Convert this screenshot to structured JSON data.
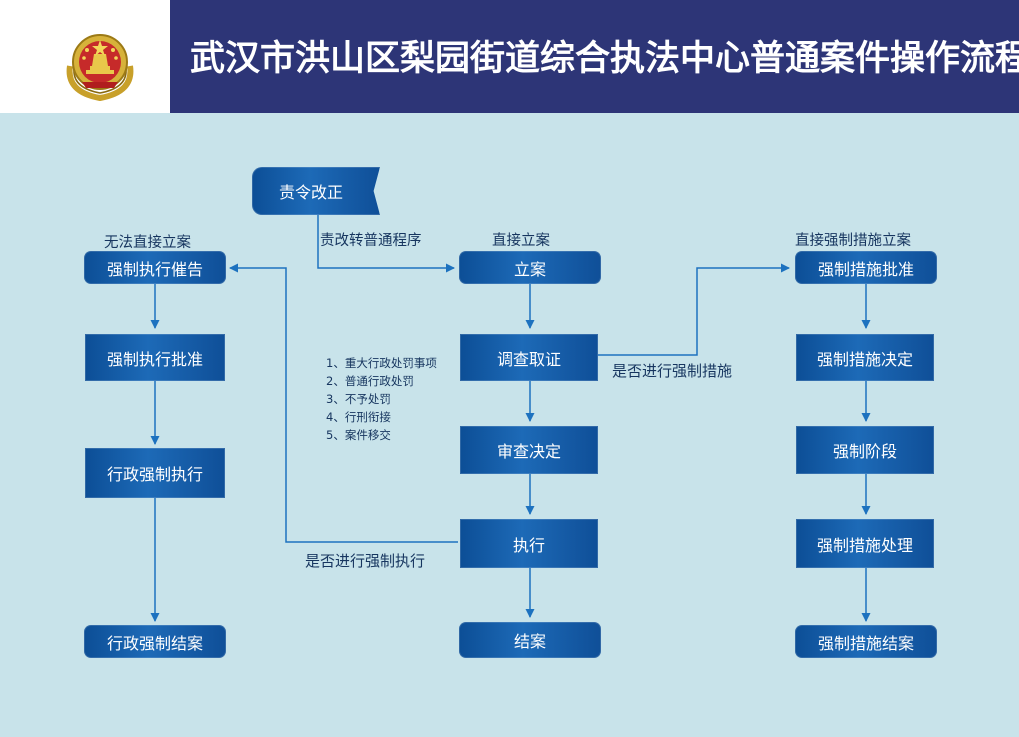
{
  "header": {
    "title": "武汉市洪山区梨园街道综合执法中心普通案件操作流程",
    "emblem_icon": "police-emblem-icon"
  },
  "colors": {
    "header_bg": "#2d3577",
    "canvas_bg": "#c8e3ea",
    "node_fill": "#1560ad",
    "connector": "#1d72bf",
    "label_text": "#16355f"
  },
  "start": {
    "label": "责令改正",
    "connector_label": "责改转普通程序"
  },
  "columns": {
    "left": {
      "heading": "无法直接立案",
      "steps": [
        "强制执行催告",
        "强制执行批准",
        "行政强制执行",
        "行政强制结案"
      ]
    },
    "center": {
      "heading": "直接立案",
      "steps": [
        "立案",
        "调查取证",
        "审查决定",
        "执行",
        "结案"
      ],
      "review_outcomes": [
        "1、重大行政处罚事项",
        "2、普通行政处罚",
        "3、不予处罚",
        "4、行刑衔接",
        "5、案件移交"
      ]
    },
    "right": {
      "heading": "直接强制措施立案",
      "steps": [
        "强制措施批准",
        "强制措施决定",
        "强制阶段",
        "强制措施处理",
        "强制措施结案"
      ]
    }
  },
  "decisions": {
    "to_right": "是否进行强制措施",
    "to_left": "是否进行强制执行"
  }
}
